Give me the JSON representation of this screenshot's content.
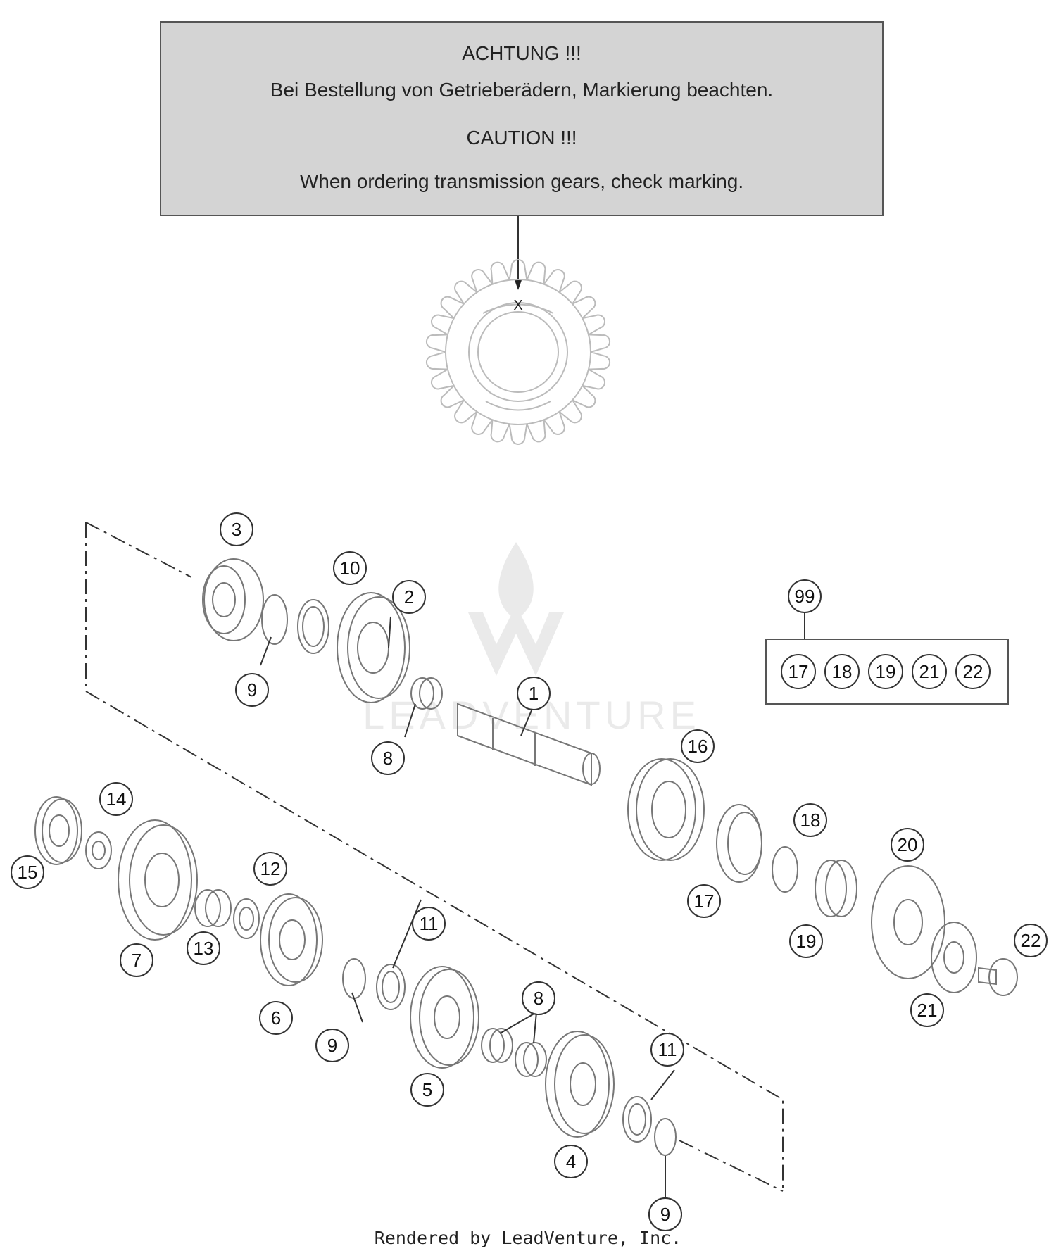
{
  "notice": {
    "german_heading": "ACHTUNG !!!",
    "german_text": "Bei Bestellung von Getrieberädern, Markierung beachten.",
    "english_heading": "CAUTION !!!",
    "english_text": "When ordering transmission gears, check marking."
  },
  "gear_marking": "X",
  "kit": {
    "number": "99",
    "contents": [
      "17",
      "18",
      "19",
      "21",
      "22"
    ]
  },
  "callouts": [
    "1",
    "2",
    "3",
    "4",
    "5",
    "6",
    "7",
    "8",
    "8",
    "8",
    "9",
    "9",
    "9",
    "9",
    "10",
    "11",
    "11",
    "12",
    "13",
    "14",
    "15",
    "16",
    "17",
    "18",
    "19",
    "20",
    "21",
    "22"
  ],
  "watermark": "LEADVENTURE",
  "footer": "Rendered by LeadVenture, Inc."
}
